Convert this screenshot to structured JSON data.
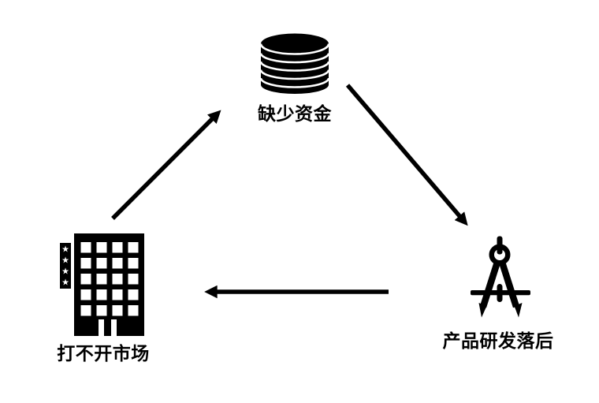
{
  "diagram": {
    "type": "cycle",
    "background_color": "#ffffff",
    "foreground_color": "#000000",
    "nodes": [
      {
        "id": "lack-of-funds",
        "label": "缺少资金",
        "icon": "coins-stack-icon",
        "position": "top-center"
      },
      {
        "id": "cannot-open-market",
        "label": "打不开市场",
        "icon": "building-icon",
        "position": "bottom-left"
      },
      {
        "id": "rnd-lagging",
        "label": "产品研发落后",
        "icon": "drafting-compass-icon",
        "position": "bottom-right"
      }
    ],
    "edges": [
      {
        "from": "cannot-open-market",
        "to": "lack-of-funds"
      },
      {
        "from": "lack-of-funds",
        "to": "rnd-lagging"
      },
      {
        "from": "rnd-lagging",
        "to": "cannot-open-market"
      }
    ]
  }
}
